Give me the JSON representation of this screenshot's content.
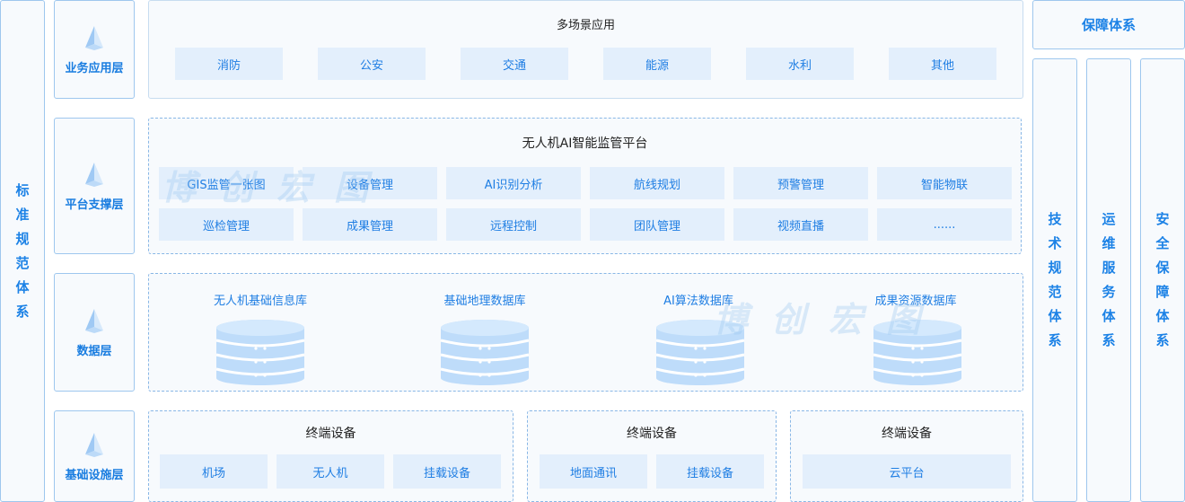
{
  "left_bar": {
    "text": [
      "标",
      "准",
      "规",
      "范",
      "体",
      "系"
    ]
  },
  "layers": [
    {
      "label": "业务应用层"
    },
    {
      "label": "平台支撑层"
    },
    {
      "label": "数据层"
    },
    {
      "label": "基础设施层"
    }
  ],
  "app": {
    "title": "多场景应用",
    "items": [
      "消防",
      "公安",
      "交通",
      "能源",
      "水利",
      "其他"
    ]
  },
  "platform": {
    "title": "无人机AI智能监管平台",
    "row1": [
      "GIS监管一张图",
      "设备管理",
      "AI识别分析",
      "航线规划",
      "预警管理",
      "智能物联"
    ],
    "row2": [
      "巡检管理",
      "成果管理",
      "远程控制",
      "团队管理",
      "视频直播",
      "......"
    ]
  },
  "data": {
    "dbs": [
      "无人机基础信息库",
      "基础地理数据库",
      "AI算法数据库",
      "成果资源数据库"
    ]
  },
  "infra": {
    "groups": [
      {
        "title": "终端设备",
        "items": [
          "机场",
          "无人机",
          "挂载设备"
        ]
      },
      {
        "title": "终端设备",
        "items": [
          "地面通讯",
          "挂载设备"
        ]
      },
      {
        "title": "终端设备",
        "items": [
          "云平台"
        ]
      }
    ]
  },
  "right": {
    "top": "保障体系",
    "cols": [
      [
        "技",
        "术",
        "规",
        "范",
        "体",
        "系"
      ],
      [
        "运",
        "维",
        "服",
        "务",
        "体",
        "系"
      ],
      [
        "安",
        "全",
        "保",
        "障",
        "体",
        "系"
      ]
    ]
  },
  "watermark": "博创宏图",
  "colors": {
    "accent": "#1c82e6",
    "chip_bg": "#e3effc",
    "panel_border": "#9ec7ee"
  }
}
